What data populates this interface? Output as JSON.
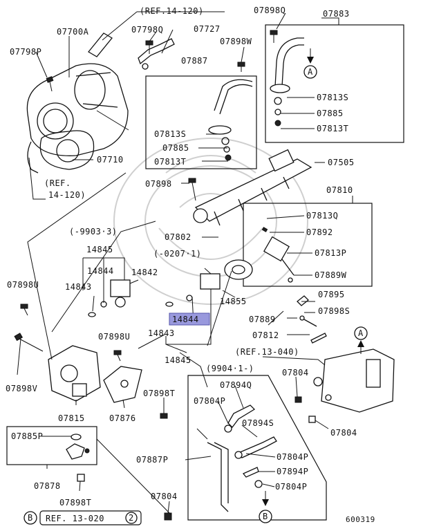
{
  "labels": {
    "ref_14_120_top": "(REF.14-120)",
    "p07700A": "07700A",
    "p07798Q": "07798Q",
    "p07727": "07727",
    "p07898Q": "07898Q",
    "p07883": "07883",
    "p07798P": "07798P",
    "p07898W": "07898W",
    "p07887": "07887",
    "p07813S_a": "07813S",
    "p07885_a": "07885",
    "p07813T_a": "07813T",
    "p07813S_b": "07813S",
    "p07885_b": "07885",
    "p07813T_b": "07813T",
    "p07710": "07710",
    "p07505": "07505",
    "ref_14_120_left_1": "(REF.",
    "ref_14_120_left_2": "14-120)",
    "p07898_a": "07898",
    "p07810": "07810",
    "p07813Q": "07813Q",
    "p07892": "07892",
    "p07813P": "07813P",
    "p07889W": "07889W",
    "p07802": "07802",
    "date_9903": "(-9903·3)",
    "date_0207": "(-0207·1)",
    "p14845_top": "14845",
    "p14844_top": "14844",
    "p14842": "14842",
    "p14843_top": "14843",
    "p14855": "14855",
    "p07898U_left": "07898U",
    "p07895": "07895",
    "p07898S": "07898S",
    "p14844_hl": "14844",
    "p07889": "07889",
    "p14843_bot": "14843",
    "p07898U_mid": "07898U",
    "p07812": "07812",
    "ref_13_040": "(REF.13-040)",
    "p14845_bot": "14845",
    "p07898V": "07898V",
    "date_9904": "(9904·1-)",
    "p07804_top": "07804",
    "p07894Q": "07894Q",
    "p07815": "07815",
    "p07876": "07876",
    "p07898T_mid": "07898T",
    "p07804P_a": "07804P",
    "p07894S": "07894S",
    "p07804_right": "07804",
    "p07885P": "07885P",
    "p07887P": "07887P",
    "p07804P_b": "07804P",
    "p07894P": "07894P",
    "p07878": "07878",
    "p07804P_c": "07804P",
    "p07898T_bot": "07898T",
    "p07804_bot": "07804",
    "ref_13_020": "REF. 13-020",
    "ref_num_2": "2",
    "marker_A_top": "A",
    "marker_A_right": "A",
    "marker_B_left": "B",
    "marker_B_bottom": "B",
    "diagram_number": "600319"
  },
  "icons": {
    "callout": "circled-letter",
    "arrow": "arrow-down"
  },
  "colors": {
    "highlight_fill": "#9999dd",
    "line": "#111111"
  }
}
